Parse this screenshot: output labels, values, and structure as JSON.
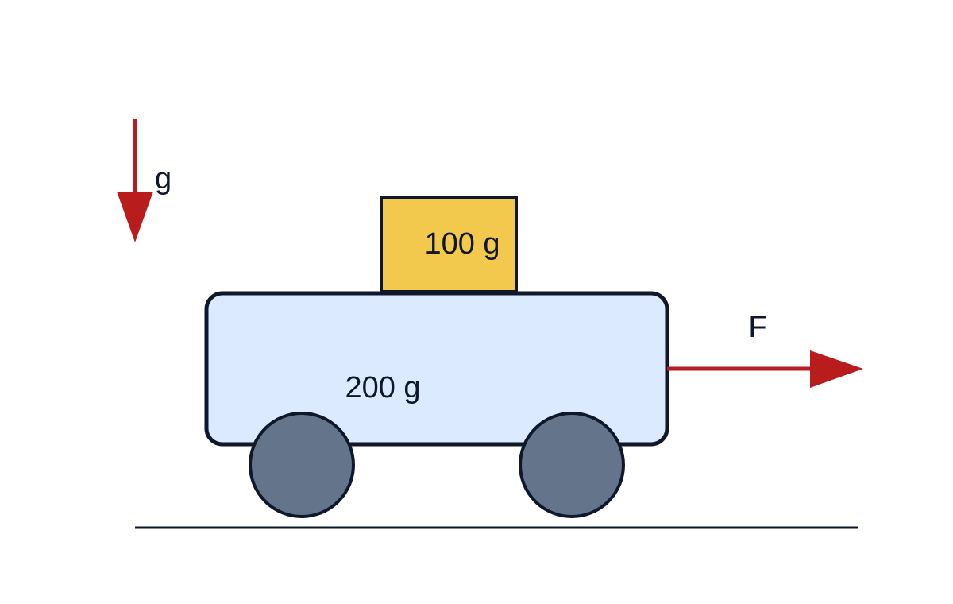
{
  "labels": {
    "gravity": "g",
    "block_mass": "100 g",
    "cart_mass": "200 g",
    "force": "F"
  },
  "colors": {
    "arrow": "#b91c1c",
    "outline": "#0f172a",
    "cart_fill": "#dbeafe",
    "block_fill": "#f2c94c",
    "wheel_fill": "#64748b",
    "background": "#ffffff"
  }
}
